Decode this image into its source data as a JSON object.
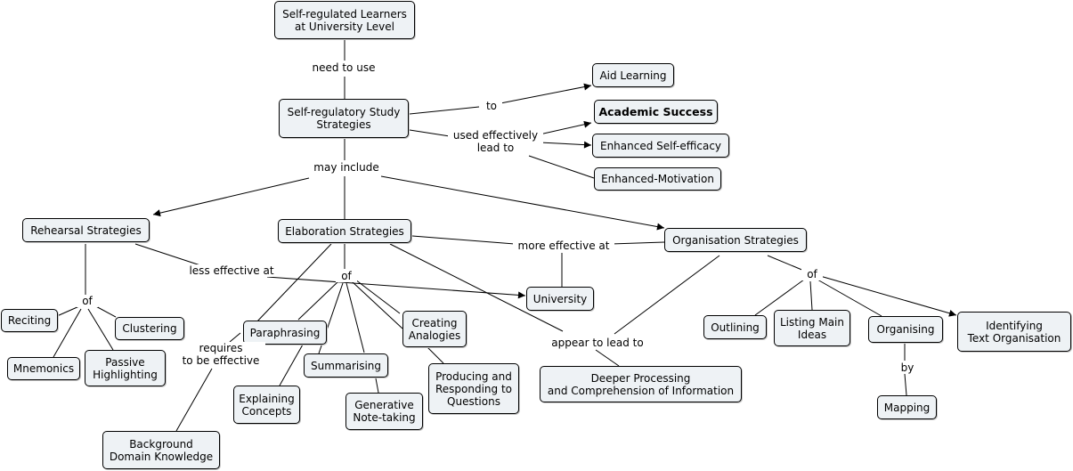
{
  "nodes": {
    "learners": "Self-regulated Learners\nat University Level",
    "strategies": "Self-regulatory Study\nStrategies",
    "aid": "Aid Learning",
    "academic": "Academic Success",
    "selfefficacy": "Enhanced Self-efficacy",
    "motivation": "Enhanced-Motivation",
    "rehearsal": "Rehearsal Strategies",
    "elaboration": "Elaboration Strategies",
    "organisation": "Organisation Strategies",
    "university": "University",
    "reciting": "Reciting",
    "clustering": "Clustering",
    "mnemonics": "Mnemonics",
    "passive": "Passive\nHighlighting",
    "paraphrasing": "Paraphrasing",
    "creating": "Creating\nAnalogies",
    "summarising": "Summarising",
    "explaining": "Explaining\nConcepts",
    "generative": "Generative\nNote-taking",
    "producing": "Producing and\nResponding to\nQuestions",
    "background": "Background\nDomain Knowledge",
    "deeper": "Deeper Processing\nand Comprehension of Information",
    "outlining": "Outlining",
    "listing": "Listing Main\nIdeas",
    "organising": "Organising",
    "identifying": "Identifying\nText Organisation",
    "mapping": "Mapping"
  },
  "links": {
    "need_to_use": "need to use",
    "to": "to",
    "used_effectively": "used effectively\nlead to",
    "may_include": "may include",
    "less_effective": "less effective at",
    "more_effective": "more effective at",
    "of_rehearsal": "of",
    "of_elaboration": "of",
    "of_organisation": "of",
    "requires": "requires\nto be effective",
    "appear": "appear to lead to",
    "by": "by"
  }
}
